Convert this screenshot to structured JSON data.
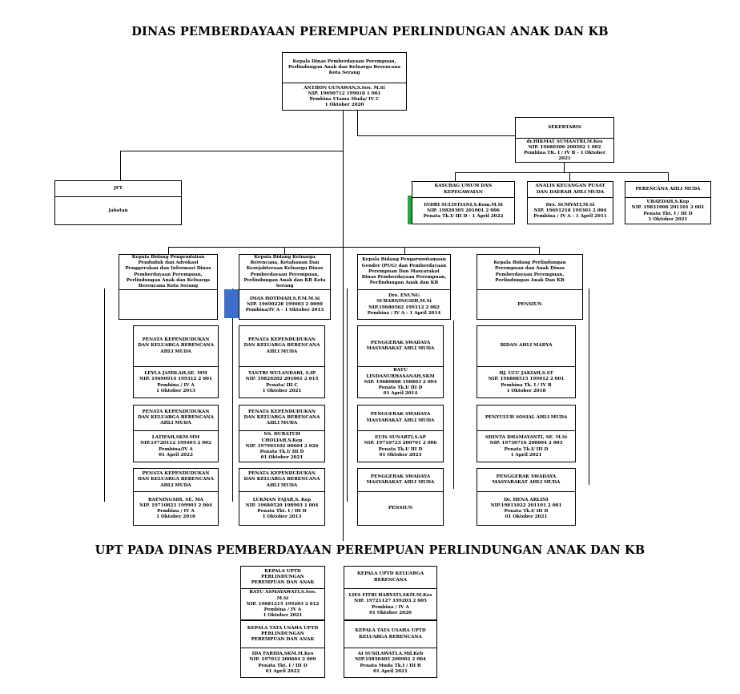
{
  "titles": {
    "main": "DINAS PEMBERDAYAAN PEREMPUAN PERLINDUNGAN ANAK DAN KB",
    "upt": "UPT PADA DINAS PEMBERDAYAAN PEREMPUAN PERLINDUNGAN ANAK DAN KB"
  },
  "colors": {
    "green_marker": "#1faa3b",
    "blue_marker": "#3b6fc9",
    "line": "#000000"
  },
  "head": {
    "role": "Kepala Dinas Pemberdayaan Perempuan, Perlindungan Anak dan Keluarga Berencana Kota Serang",
    "person": "ANTHON GUNAWAN,S.Sos. M.Si\nNIP. 19690712 199010 1 001\nPembina Utama Muda/ IV C\n1 Oktober 2020"
  },
  "sekretaris": {
    "role": "SEKERTARIS",
    "person": "dr.HIKMAT SUMANTRI,M.Kes\nNIP. 19680306 200502 1 002\nPembina TK. I / IV B - 1 Oktober 2021"
  },
  "jft": {
    "role": "JFT",
    "person": "Jabatan"
  },
  "subag": [
    {
      "role": "KASUBAG UMUM DAN KEPEGAWAIAN",
      "person": "INDRI SULISTIANI,S.Kom.M.Si\nNIP. 19820305 201001 2 006\nPenata Tk.I/ III D - 1 April 2022"
    },
    {
      "role": "ANALIS KEUANGAN PUSAT DAN DAERAH AHLI MUDA",
      "person": "Drs. SUMYATI,M.Si\nNIP. 19691218 199303 2 004\nPembina / IV A - 1 April 2011"
    },
    {
      "role": "PERENCANA AHLI MUDA",
      "person": "UBAEDAH,S.Kep\nNIP. 19831006 201101 2 001\nPenata Tkt. I / III D\n1 Oktober 2021"
    }
  ],
  "bidang": [
    {
      "role": "Kepala Bidang Pengendalian Penduduk dan Advokasi Penggerakan dan Informasi Dinas Pemberdayaan Perempuan, Perlindungan Anak dan Keluarga Berencana Kota Serang",
      "person": "",
      "staff": [
        {
          "role": "PENATA KEPENDUDUKAN DAN KELUARGA BERENCANA AHLI MUDA",
          "person": "LEYLA JAMILAH,SE. MM\nNIP. 19690914 199312 2 001\nPembina / IV A\n1 Oktober 2013"
        },
        {
          "role": "PENATA KEPENDUDUKAN DAN KELUARGA BERENCANA AHLI MUDA",
          "person": "LATIFAH,SKM.MM\nNIP.19720112 199403 2 002\nPembina/IV A\n01 April 2022"
        },
        {
          "role": "PENATA KEPENDUDUKAN DAN KELUARGA BERENCANA AHLI MUDA",
          "person": "RATNINGSIH, SE. MA\nNIP. 19710823 199903 2 004\nPembina / IV A\n1 Oktober 2016"
        }
      ]
    },
    {
      "role": "Kepala Bidang Keluarga Berencana, Ketahanan Dan Kesejahteraan Keluarga Dinas Pemberdayaan Perempuan, Perlindungan Anak dan KB Kota Serang",
      "person": "IMAS HOTIMAH,S.P.M.M.Si\nNIP. 19690228 199003 2 0090\nPembina/IV A - 1 Oktober 2013",
      "staff": [
        {
          "role": "PENATA KEPENDUDUKAN DAN KELUARGA BERENCANA AHLI MUDA",
          "person": "TANTRI WULANDARI, S.IP\nNIP. 19820202 201001 2 015\nPenata/ III C\n1 Oktober 2021"
        },
        {
          "role": "PENATA KEPENDUDUKAN DAN KELUARGA BERENCANA AHLI MUDA",
          "person": "NS. DURATUH CHOLIAH,S.Kep\nNIP. 197905102 00604 2 026\nPenata Tk.I/ III D\n01 Oktober 2021"
        },
        {
          "role": "PENATA KEPENDUDUKAN DAN KELUARGA BERENCANA AHLI MUDA",
          "person": "LUKMAN FAJAR,S. Kep\nNIP. 19680520 198903 1 004\nPenata Tkt. I / III D\n1 Oktober 2013"
        }
      ]
    },
    {
      "role": "Kepala Bidang Pengarusutamaan Gender (PUG) dan Pemberdayaan Perempuan Dan Masyarakat Dinas Pemberdayaan Perempuan, Perlindungan Anak dan KB",
      "person": "Drs. ENUNG SUBARNINGSIH,M.Si\nNIP.19680502 199312 2 002\nPembina / IV A - 1 April 2014",
      "staff": [
        {
          "role": "PENGGERAK SWADAYA MASYARAKAT AHLI MUDA",
          "person": "RATU LINDANURHASANAH,SKM\nNIP. 19680808 198803 2 004\nPenata Tk.I/ III D\n01 April 2014"
        },
        {
          "role": "PENGGERAK SWADAYA MASYARAKAT AHLI MUDA",
          "person": "EUIS SUNARTI,S.AP\nNIP. 19710723 200701 2 006\nPenata Tk.I/ III D\n01 Oktober 2023"
        },
        {
          "role": "PENGGERAK SWADAYA MASYARAKAT AHLI MUDA",
          "person": "PENSIUN"
        }
      ]
    },
    {
      "role": "Kepala Bidang Perlindungan Perempuan dan Anak Dinas Pemberdayaan Perempuan, Perlindungan Anak Dan KB",
      "person": "PENSIUN",
      "staff": [
        {
          "role": "BIDAN AHLI MADYA",
          "person": "HJ. UCU JAKIAH,S.ST\nNIP. 196808515 199012 2 001\nPembina Tk. I / IV B\n1 Oktober 2018"
        },
        {
          "role": "PENYULUH SOSIAL AHLI MUDA",
          "person": "SHINTA DHAMAYANTI, SE. M.Si\nNIP. 19730716 200604 2 003\nPenata Tk.I/ III D\n1 April 2021"
        },
        {
          "role": "PENGGERAK SWADAYA MASYARAKAT AHLI MUDA",
          "person": "Dr. HENA ARLINI\nNIP.19811022 201101 2 001\nPenata Tk.I/ III D\n01 Oktober 2021"
        }
      ]
    }
  ],
  "upt": [
    {
      "role": "KEPALA UPTD PERLINDUNGAN PEREMPUAN DAN ANAK",
      "person": "RATU ASMAYAWATI,S.Sos. M.Si\nNIP. 19681215 199203 2 012\nPembina / IV A\n1 Oktober 2021"
    },
    {
      "role": "KEPALA UPTD KELUARGA BERENCANA",
      "person": "LIES FITRI HARYATI,SKM.M.Kes\nNIP. 19721127 199203 2 005\nPembina / IV A\n01 Oktober 2020"
    },
    {
      "role": "KEPALA TATA USAHA UPTD PERLINDUNGAN PEREMPUAN DAN ANAK",
      "person": "IDA FARIDA,SKM.M.Kes\nNIP. 197012 200604 2 009\nPenata Tkt. I / III D\n01 April 2022"
    },
    {
      "role": "KEPALA TATA USAHA UPTD KELUARGA BERENCANA",
      "person": "AI SUSILAWATI.A.Md.Keb\nNIP.19850405 200902 2 004\nPenata Muda Tk.I / III B\n01 April 2021"
    }
  ]
}
